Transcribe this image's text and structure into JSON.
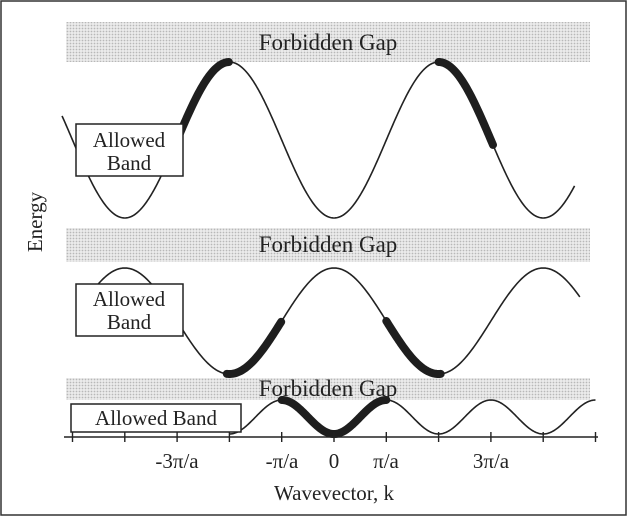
{
  "figure": {
    "y_axis_label": "Energy",
    "x_axis_label": "Wavevector, k",
    "gap_label": "Forbidden Gap",
    "allowed_band_top": [
      "Allowed",
      "Band"
    ],
    "allowed_band_middle": [
      "Allowed",
      "Band"
    ],
    "allowed_band_bottom": "Allowed Band",
    "tick_labels": [
      "-3π/a",
      "-π/a",
      "0",
      "π/a",
      "3π/a"
    ]
  },
  "colors": {
    "ink": "#222222",
    "gap_shade": "#dcdcdc",
    "frame": "#333333"
  }
}
